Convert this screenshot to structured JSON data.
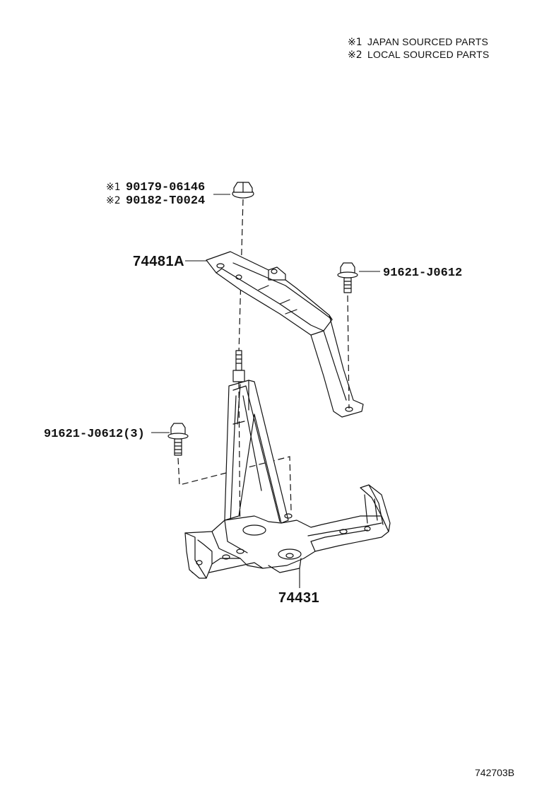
{
  "legend": {
    "item1_mark": "※1",
    "item1_text": "JAPAN SOURCED PARTS",
    "item2_mark": "※2",
    "item2_text": "LOCAL SOURCED PARTS"
  },
  "callouts": {
    "nut_mark1": "※1",
    "nut_pn1": "90179-06146",
    "nut_mark2": "※2",
    "nut_pn2": "90182-T0024",
    "bracket": "74481A",
    "bolt_right": "91621-J0612",
    "bolt_left": "91621-J0612(3)",
    "tray": "74431"
  },
  "diagram_code": "742703B"
}
